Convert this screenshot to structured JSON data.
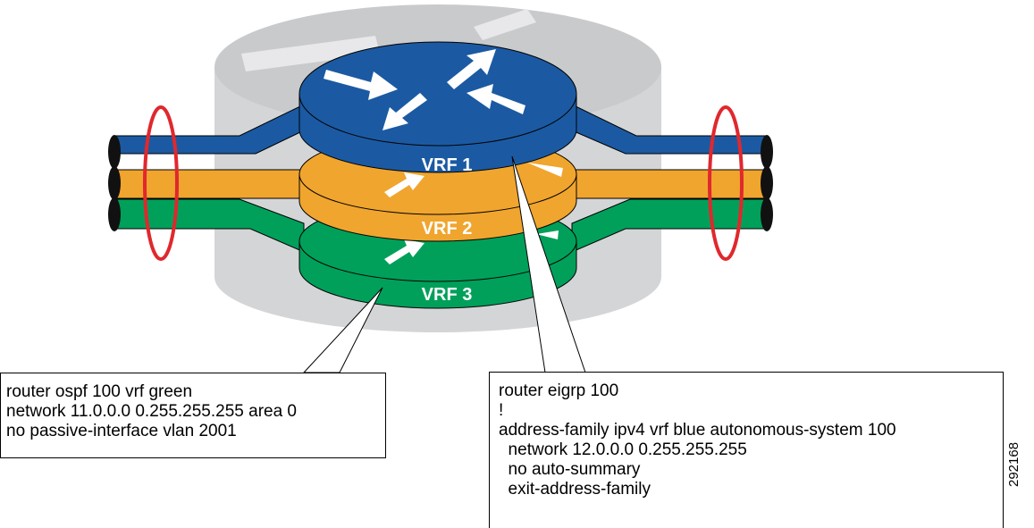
{
  "vrf_labels": [
    "VRF 1",
    "VRF 2",
    "VRF 3"
  ],
  "colors": {
    "blue": "#1b5aa2",
    "orange": "#f0a52e",
    "green": "#00a05a",
    "gray": "#d4d5d7",
    "ring": "#e0282d"
  },
  "ospf_config": [
    "router ospf 100 vrf green",
    "network 11.0.0.0 0.255.255.255 area 0",
    "no passive-interface vlan 2001"
  ],
  "eigrp_config": [
    "router eigrp 100",
    "!",
    "address-family ipv4 vrf blue autonomous-system 100",
    "  network 12.0.0.0 0.255.255.255",
    "  no auto-summary",
    "  exit-address-family"
  ],
  "figure_id": "292168"
}
